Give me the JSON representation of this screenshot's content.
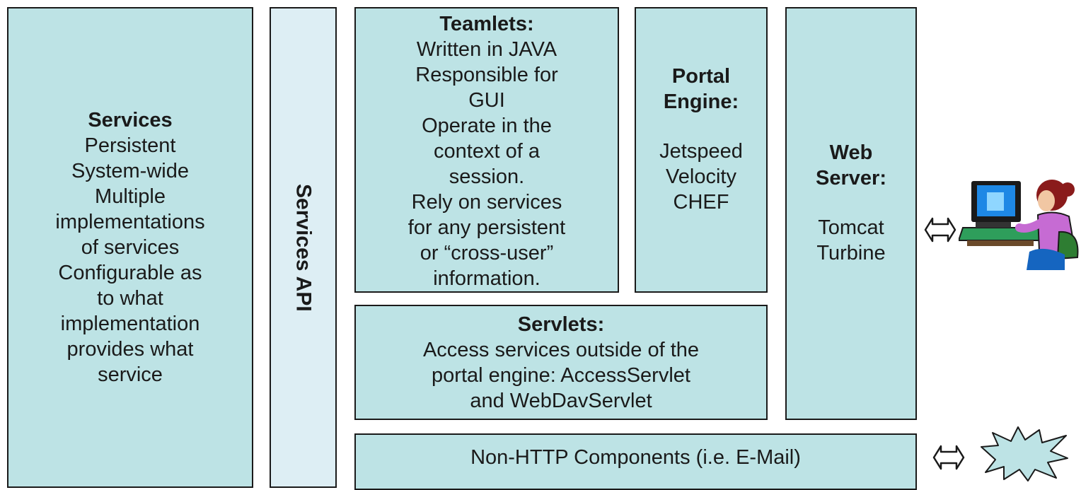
{
  "services": {
    "title": "Services",
    "lines": [
      "Persistent",
      "System-wide",
      "Multiple",
      "implementations",
      "of services",
      "Configurable as",
      "to what",
      "implementation",
      "provides what",
      "service"
    ]
  },
  "services_api": {
    "label": "Services API"
  },
  "teamlets": {
    "title": "Teamlets:",
    "lines": [
      "Written in JAVA",
      "Responsible for",
      "GUI",
      "Operate in the",
      "context of a",
      "session.",
      "Rely on services",
      "for any persistent",
      "or “cross-user”",
      "information."
    ]
  },
  "portal_engine": {
    "title_lines": [
      "Portal",
      "Engine:"
    ],
    "lines": [
      "Jetspeed",
      "Velocity",
      "CHEF"
    ]
  },
  "web_server": {
    "title_lines": [
      "Web",
      "Server:"
    ],
    "lines": [
      "Tomcat",
      "Turbine"
    ]
  },
  "servlets": {
    "title": "Servlets:",
    "lines": [
      "Access services outside of the",
      "portal engine: AccessServlet",
      "and WebDavServlet"
    ]
  },
  "non_http": {
    "label": "Non-HTTP Components (i.e. E-Mail)"
  },
  "icons": {
    "user_arrow": "double-arrow-icon",
    "mail_arrow": "double-arrow-icon",
    "user": "computer-user-icon",
    "burst": "starburst-icon"
  },
  "colors": {
    "box_fill": "#bde3e5",
    "api_fill": "#ddeef4",
    "border": "#1a1a1a"
  }
}
